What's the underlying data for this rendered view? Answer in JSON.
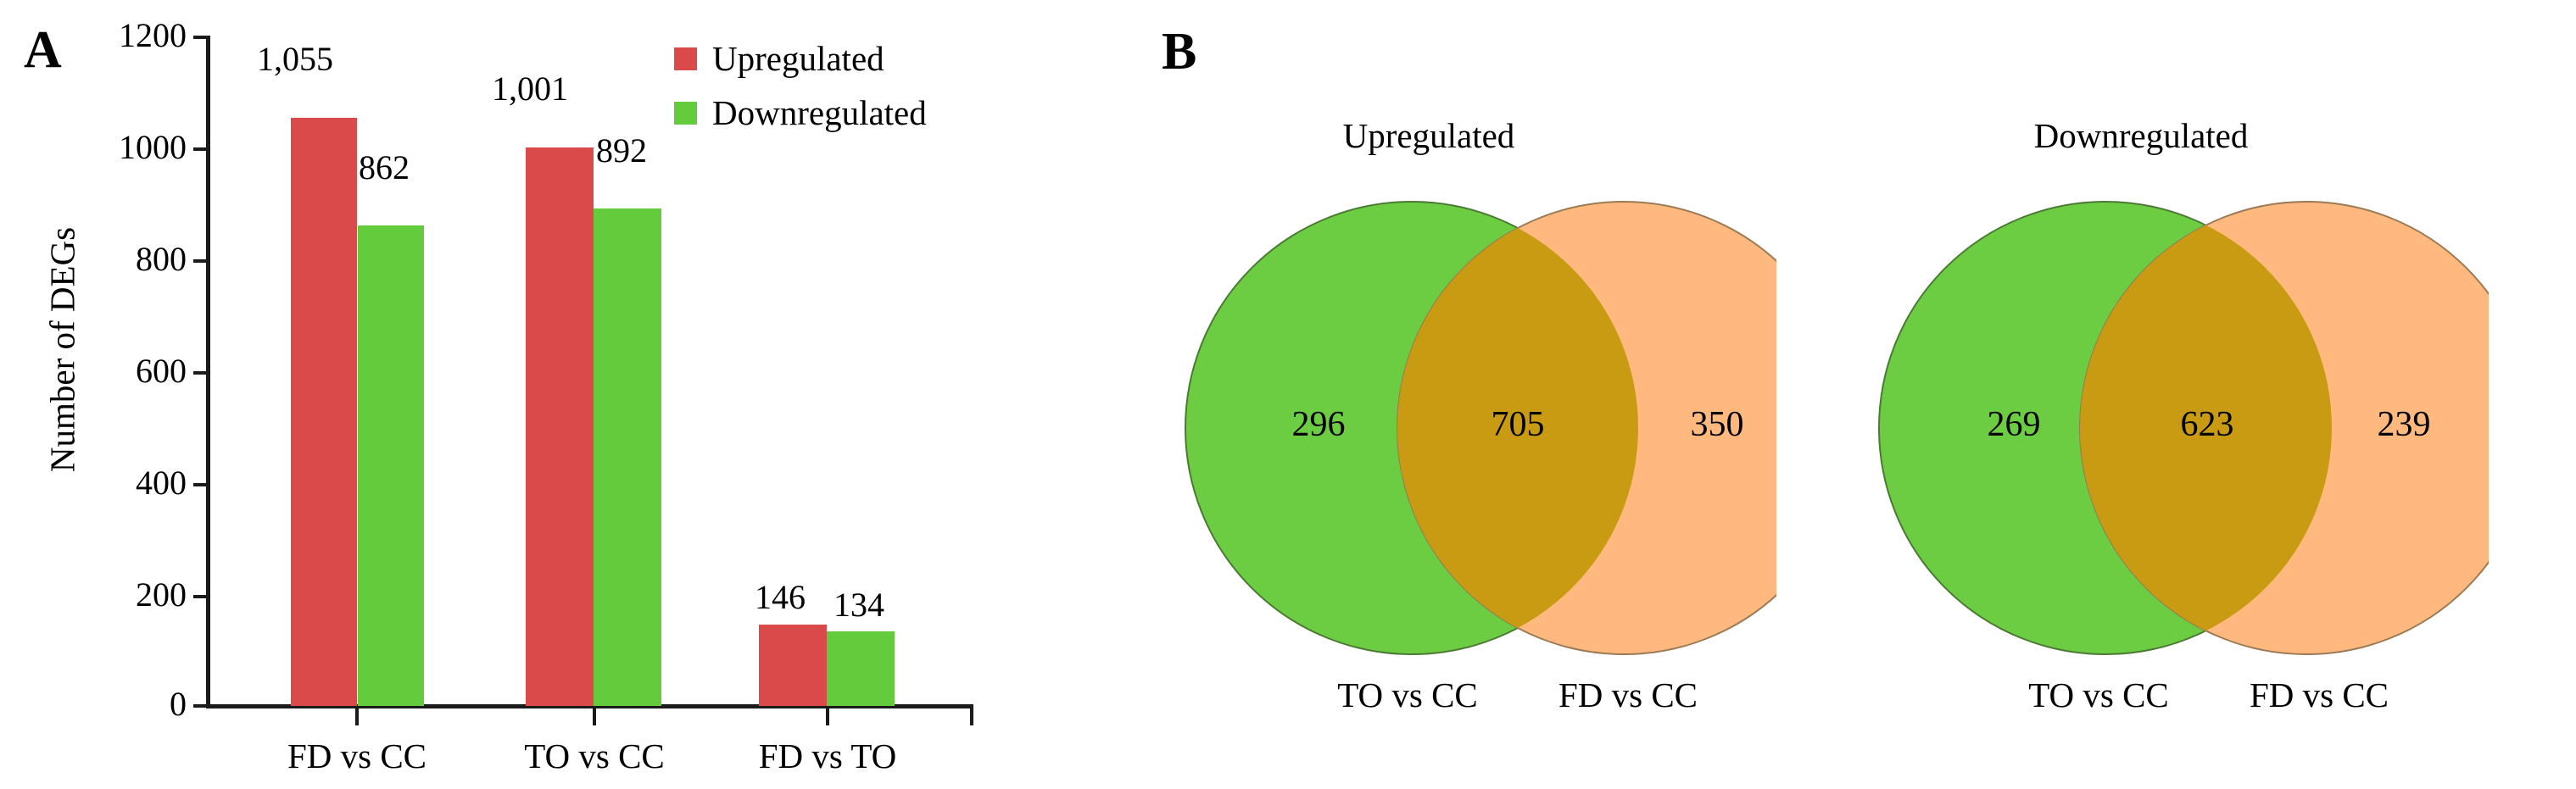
{
  "figure": {
    "panels": [
      {
        "letter": "A"
      },
      {
        "letter": "B"
      }
    ]
  },
  "panelA": {
    "letter": "A",
    "yaxis": {
      "title": "Number of DEGs",
      "ticks": [
        "1200",
        "1000",
        "800",
        "600",
        "400",
        "200",
        "0"
      ],
      "min": 0,
      "max": 1200,
      "step": 200
    },
    "categories": [
      "FD vs CC",
      "TO vs CC",
      "FD vs TO"
    ],
    "legend": [
      {
        "label": "Upregulated",
        "color": "#DB4A4A",
        "icon": "red-square-swatch"
      },
      {
        "label": "Downregulated",
        "color": "#63CC3C",
        "icon": "green-square-swatch"
      }
    ],
    "bars": [
      {
        "group": "FD vs CC",
        "up_value": 1055,
        "up_label": "1,055",
        "down_value": 862,
        "down_label": "862"
      },
      {
        "group": "TO vs CC",
        "up_value": 1001,
        "up_label": "1,001",
        "down_value": 892,
        "down_label": "892"
      },
      {
        "group": "FD vs TO",
        "up_value": 146,
        "up_label": "146",
        "down_value": 134,
        "down_label": "134"
      }
    ]
  },
  "panelB": {
    "letter": "B",
    "venns": [
      {
        "title": "Upregulated",
        "left_label": "TO vs CC",
        "right_label": "FD vs CC",
        "left_only": "296",
        "intersection": "705",
        "right_only": "350",
        "left_color": "#6CCC42",
        "right_color": "#FFB87D",
        "overlap_color": "#C99B13"
      },
      {
        "title": "Downregulated",
        "left_label": "TO vs CC",
        "right_label": "FD vs CC",
        "left_only": "269",
        "intersection": "623",
        "right_only": "239",
        "left_color": "#6CCC42",
        "right_color": "#FFB87D",
        "overlap_color": "#C99B13"
      }
    ]
  },
  "chart_data": [
    {
      "type": "bar",
      "title": "",
      "xlabel": "",
      "ylabel": "Number of DEGs",
      "ylim": [
        0,
        1200
      ],
      "yticks": [
        0,
        200,
        400,
        600,
        800,
        1000,
        1200
      ],
      "grid": false,
      "legend_position": "top-right",
      "categories": [
        "FD vs CC",
        "TO vs CC",
        "FD vs TO"
      ],
      "series": [
        {
          "name": "Upregulated",
          "color": "#DB4A4A",
          "values": [
            1055,
            1001,
            146
          ],
          "labels": [
            "1,055",
            "1,001",
            "146"
          ]
        },
        {
          "name": "Downregulated",
          "color": "#63CC3C",
          "values": [
            862,
            892,
            134
          ],
          "labels": [
            "862",
            "892",
            "134"
          ]
        }
      ]
    },
    {
      "type": "venn",
      "title": "Upregulated",
      "sets": [
        "TO vs CC",
        "FD vs CC"
      ],
      "values": {
        "left_only": 296,
        "intersection": 705,
        "right_only": 350
      },
      "set_totals": {
        "TO vs CC": 1001,
        "FD vs CC": 1055
      },
      "colors": {
        "left": "#6CCC42",
        "right": "#FFB87D",
        "overlap": "#C99B13"
      }
    },
    {
      "type": "venn",
      "title": "Downregulated",
      "sets": [
        "TO vs CC",
        "FD vs CC"
      ],
      "values": {
        "left_only": 269,
        "intersection": 623,
        "right_only": 239
      },
      "set_totals": {
        "TO vs CC": 892,
        "FD vs CC": 862
      },
      "colors": {
        "left": "#6CCC42",
        "right": "#FFB87D",
        "overlap": "#C99B13"
      }
    }
  ]
}
